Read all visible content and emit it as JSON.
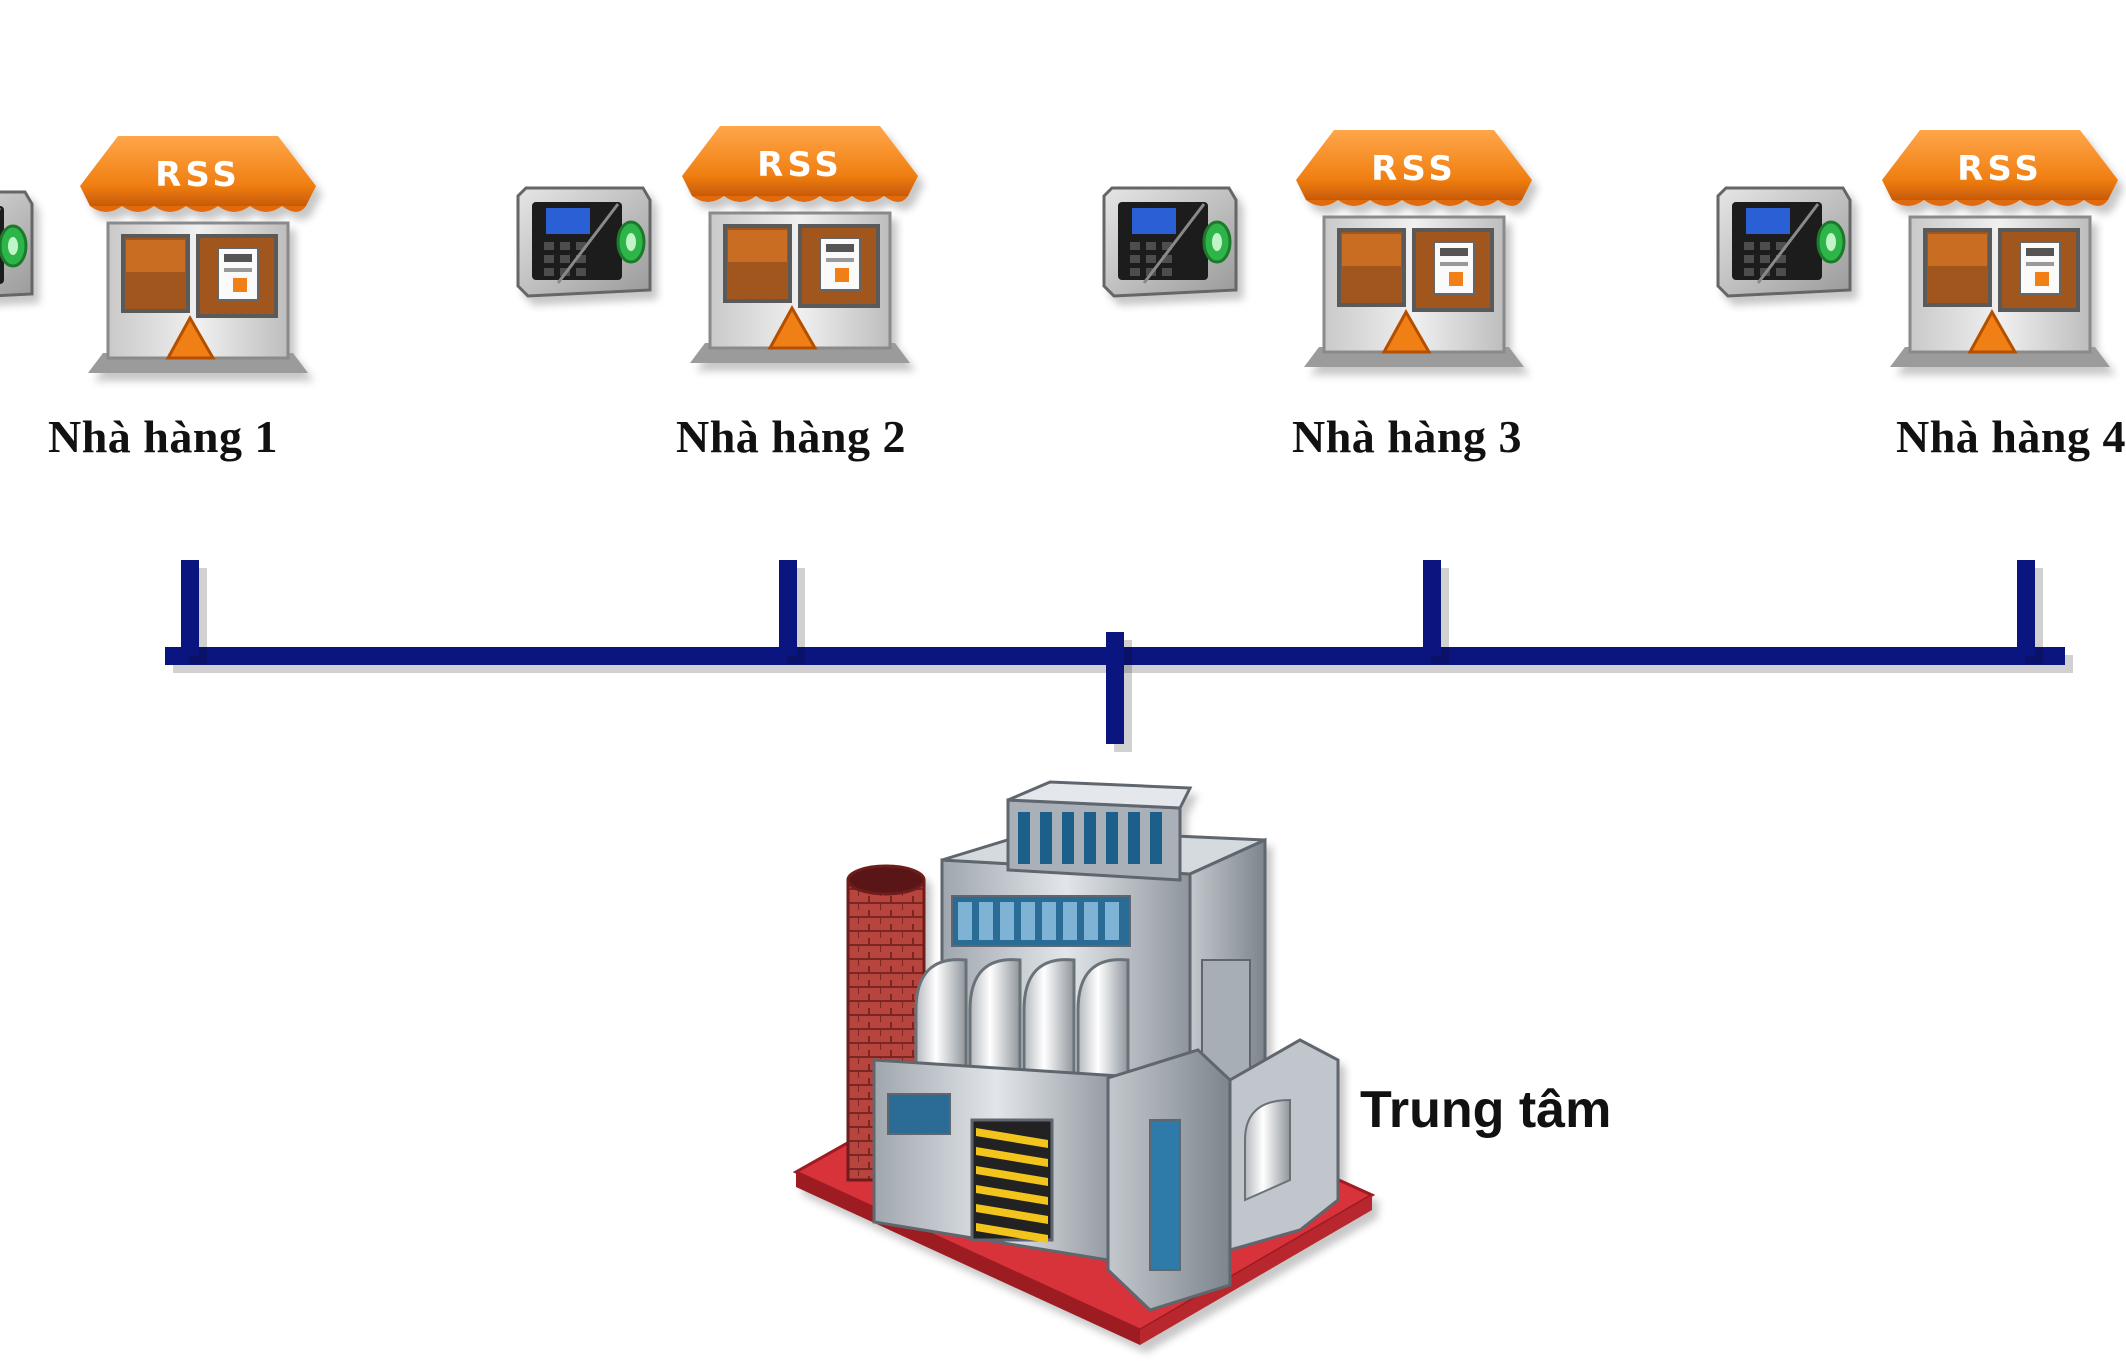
{
  "restaurants": [
    {
      "label": "Nhà hàng 1",
      "sign": "RSS"
    },
    {
      "label": "Nhà hàng 2",
      "sign": "RSS"
    },
    {
      "label": "Nhà hàng 3",
      "sign": "RSS"
    },
    {
      "label": "Nhà hàng 4",
      "sign": "RSS"
    }
  ],
  "center": {
    "label": "Trung tâm"
  },
  "colors": {
    "bus_line": "#0b1580",
    "awning": "#f07f12",
    "awning_dark": "#c85a05",
    "device_screen": "#2a5fd6",
    "device_led": "#2fb54a",
    "factory_base": "#d8323a",
    "chimney": "#b8443c"
  }
}
